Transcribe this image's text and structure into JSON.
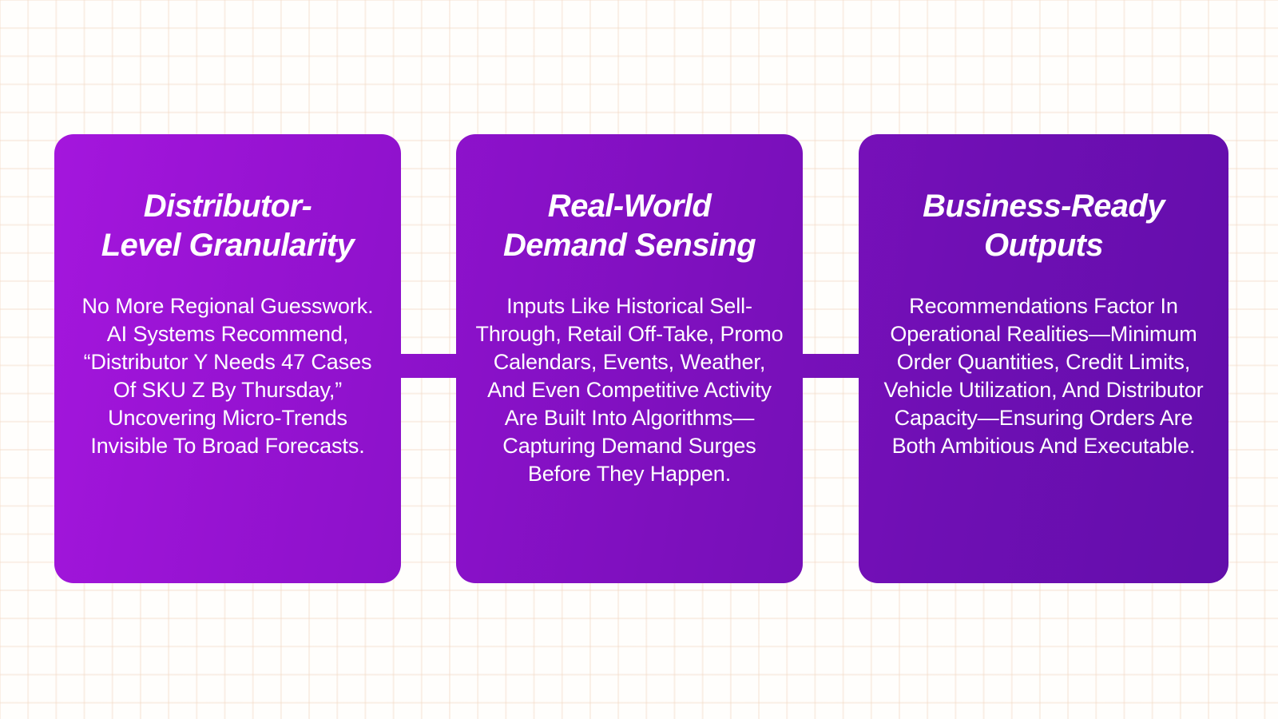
{
  "page": {
    "background_color": "#fffefc",
    "grid_line_color": "#f2d8c4",
    "card_gradient_start": "#a416dd",
    "card_gradient_end": "#630eab",
    "text_color": "#ffffff"
  },
  "cards": [
    {
      "id": "distributor-level-granularity",
      "title": "Distributor-\nLevel Granularity",
      "body": "No More Regional Guesswork. AI Systems Recommend, “Distributor Y Needs 47 Cases Of SKU Z By Thursday,” Uncovering Micro-Trends Invisible To Broad Forecasts."
    },
    {
      "id": "real-world-demand-sensing",
      "title": "Real-World\nDemand Sensing",
      "body": "Inputs Like Historical Sell-Through, Retail Off-Take, Promo Calendars, Events, Weather, And Even Competitive Activity Are Built Into Algorithms—Capturing Demand Surges Before They Happen."
    },
    {
      "id": "business-ready-outputs",
      "title": "Business-Ready\nOutputs",
      "body": "Recommendations Factor In Operational Realities—Minimum Order Quantities, Credit Limits, Vehicle Utilization, And Distributor Capacity—Ensuring Orders Are Both Ambitious And Executable."
    }
  ]
}
